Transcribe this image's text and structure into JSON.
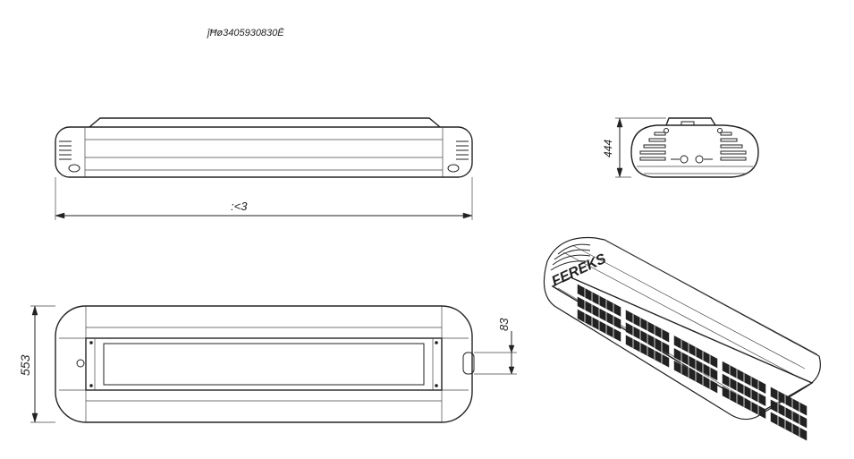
{
  "drawing": {
    "header_code": "ĵĦø3405930830Ē",
    "dims": {
      "length": ":<3",
      "height": "444",
      "width": "553",
      "offset": "83"
    },
    "brand": "FEREKS",
    "colors": {
      "line": "#222222",
      "background": "#ffffff"
    }
  }
}
